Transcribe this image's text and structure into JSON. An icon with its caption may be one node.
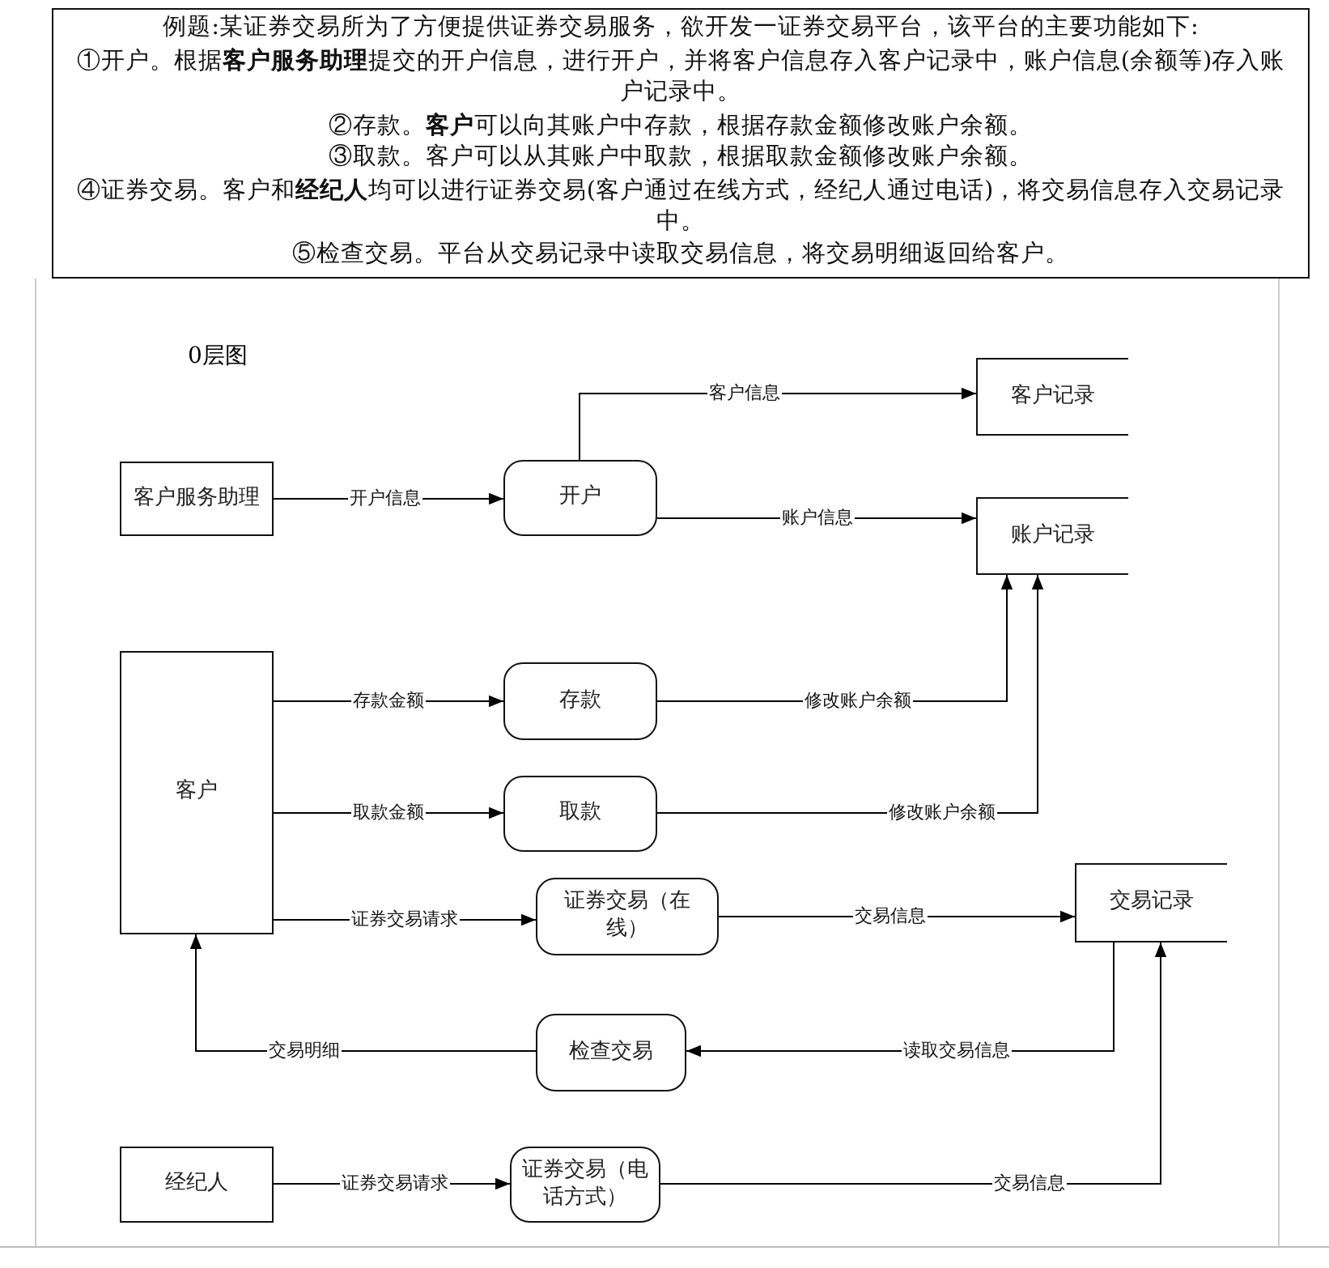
{
  "diagram": {
    "nodes": [
      {
        "text": [
          "例题:某证券交易所为了方便提供证券交易服务，欲开发一证券交易平台，该平台的主要功能如下:",
          "①开户。根据**客户服务助理**提交的开户信息，进行开户，并将客户信息存入客户记录中，账户信息(余额等)存入账户记录中。",
          "②存款。**客户**可以向其账户中存款，根据存款金额修改账户余额。",
          "③取款。客户可以从其账户中取款，根据取款金额修改账户余额。",
          "④证券交易。客户和**经纪人**均可以进行证券交易(客户通过在线方式，经纪人通过电话)，将交易信息存入交易记录中。",
          "⑤检查交易。平台从交易记录中读取交易信息，将交易明细返回给客户。"
        ]
      },
      {
        "text": [
          "客户服务助理"
        ]
      },
      {
        "text": [
          "开户"
        ]
      },
      {
        "text": [
          "客户记录"
        ]
      },
      {
        "text": [
          "账户记录"
        ]
      },
      {
        "text": [
          "客户"
        ]
      },
      {
        "text": [
          "存款"
        ]
      },
      {
        "text": [
          "取款"
        ]
      },
      {
        "text": [
          "证券交易（在线）"
        ]
      },
      {
        "text": [
          "交易记录"
        ]
      },
      {
        "text": [
          "检查交易"
        ]
      },
      {
        "text": [
          "经纪人"
        ]
      },
      {
        "text": [
          "证券交易（电话方式）"
        ]
      }
    ],
    "edges": [
      {
        "from": 1,
        "to": 2,
        "arrow": "to",
        "label": "开户信息"
      },
      {
        "from": 2,
        "to": 3,
        "arrow": "to",
        "label": "客户信息"
      },
      {
        "from": 2,
        "to": 4,
        "arrow": "to",
        "label": "账户信息"
      },
      {
        "from": 5,
        "to": 6,
        "arrow": "to",
        "label": "存款金额"
      },
      {
        "from": 6,
        "to": 4,
        "arrow": "to",
        "label": "修改账户余额"
      },
      {
        "from": 5,
        "to": 7,
        "arrow": "to",
        "label": "取款金额"
      },
      {
        "from": 7,
        "to": 4,
        "arrow": "to",
        "label": "修改账户余额"
      },
      {
        "from": 5,
        "to": 8,
        "arrow": "to",
        "label": "证券交易请求"
      },
      {
        "from": 8,
        "to": 9,
        "arrow": "to",
        "label": "交易信息"
      },
      {
        "from": 9,
        "to": 10,
        "arrow": "to",
        "label": "读取交易信息"
      },
      {
        "from": 10,
        "to": 5,
        "arrow": "to",
        "label": "交易明细"
      },
      {
        "from": 11,
        "to": 12,
        "arrow": "to",
        "label": "证券交易请求"
      },
      {
        "from": 12,
        "to": 9,
        "arrow": "to",
        "label": "交易信息"
      }
    ],
    "title": "0层图"
  }
}
